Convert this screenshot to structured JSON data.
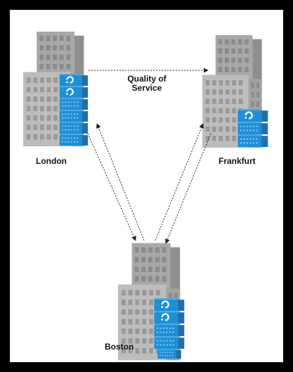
{
  "diagram": {
    "link_label": "Quality of\nService",
    "sites": {
      "london": {
        "name": "London"
      },
      "frankfurt": {
        "name": "Frankfurt"
      },
      "boston": {
        "name": "Boston"
      }
    },
    "colors": {
      "background": "#000000",
      "panel": "#ffffff",
      "building_front": "#b9b9b9",
      "building_side": "#9c9c9c",
      "window": "#8d8d8d",
      "server_blue": "#1e8fd6",
      "server_dark": "#1f6fb0",
      "arrow": "#222222"
    },
    "icons": [
      "building-icon",
      "server-stack-icon"
    ]
  }
}
